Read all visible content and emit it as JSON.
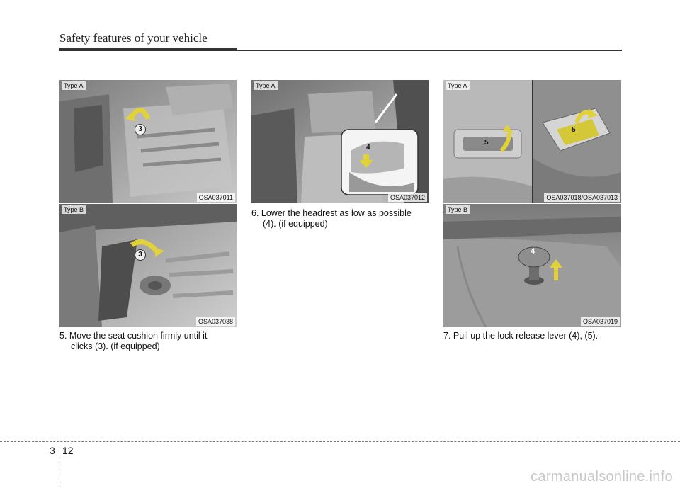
{
  "header": {
    "title": "Safety features of your vehicle"
  },
  "figures": {
    "fig1": {
      "type": "Type A",
      "code": "OSA037011",
      "callout": "3"
    },
    "fig2": {
      "type": "Type B",
      "code": "OSA037038",
      "callout": "3"
    },
    "fig3": {
      "type": "Type A",
      "code": "OSA037012",
      "callout": "4"
    },
    "fig4": {
      "type": "Type A",
      "code": "OSA037018/OSA037013",
      "callout_a": "5",
      "callout_b": "5"
    },
    "fig5": {
      "type": "Type B",
      "code": "OSA037019",
      "callout": "4"
    }
  },
  "captions": {
    "step5_line1": "5. Move the seat cushion firmly until it",
    "step5_line2": "clicks (3). (if equipped)",
    "step6_line1": "6. Lower the headrest as low as possible",
    "step6_line2": "(4). (if equipped)",
    "step7": "7. Pull up the lock release lever (4), (5)."
  },
  "footer": {
    "chapter": "3",
    "page": "12"
  },
  "watermark": "carmanualsonline.info",
  "colors": {
    "arrow": "#e2d23a",
    "photo_gray": "#9a9a9a"
  }
}
